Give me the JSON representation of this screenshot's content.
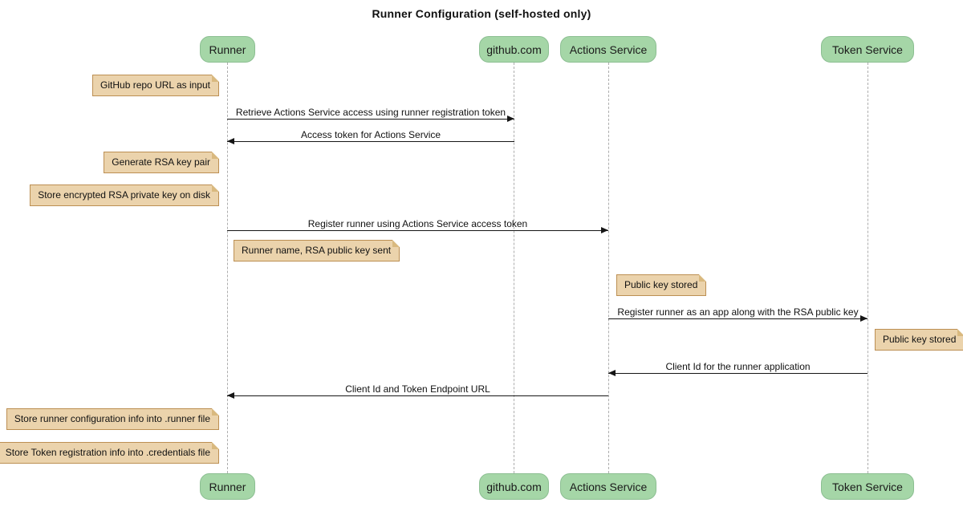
{
  "diagram": {
    "title": "Runner Configuration (self-hosted only)",
    "participants": [
      {
        "name": "Runner"
      },
      {
        "name": "github.com"
      },
      {
        "name": "Actions Service"
      },
      {
        "name": "Token Service"
      }
    ],
    "messages": [
      {
        "from": "Runner",
        "to": "github.com",
        "direction": "right",
        "label": "Retrieve Actions Service access using runner registration token"
      },
      {
        "from": "github.com",
        "to": "Runner",
        "direction": "left",
        "label": "Access token for Actions Service"
      },
      {
        "from": "Runner",
        "to": "Actions Service",
        "direction": "right",
        "label": "Register runner using Actions Service access token"
      },
      {
        "from": "Actions Service",
        "to": "Token Service",
        "direction": "right",
        "label": "Register runner as an app along with the RSA public key"
      },
      {
        "from": "Token Service",
        "to": "Actions Service",
        "direction": "left",
        "label": "Client Id for the runner application"
      },
      {
        "from": "Actions Service",
        "to": "Runner",
        "direction": "left",
        "label": "Client Id and Token Endpoint URL"
      }
    ],
    "notes": [
      {
        "anchor": "Runner",
        "side": "left",
        "text": "GitHub repo URL as input"
      },
      {
        "anchor": "Runner",
        "side": "left",
        "text": "Generate RSA key pair"
      },
      {
        "anchor": "Runner",
        "side": "left",
        "text": "Store encrypted RSA private key on disk"
      },
      {
        "anchor": "Runner",
        "side": "right",
        "text": "Runner name, RSA public key sent"
      },
      {
        "anchor": "Actions Service",
        "side": "right",
        "text": "Public key stored"
      },
      {
        "anchor": "Token Service",
        "side": "right",
        "text": "Public key stored"
      },
      {
        "anchor": "Runner",
        "side": "left",
        "text": "Store runner configuration info into .runner file"
      },
      {
        "anchor": "Runner",
        "side": "left",
        "text": "Store Token registration info into .credentials file"
      }
    ],
    "colors": {
      "participant_fill": "#A5D6A7",
      "participant_border": "#8CBF92",
      "note_fill": "#EBD3AC",
      "note_border": "#BC8F53",
      "note_fold": "#D9B97F",
      "lifeline": "#ADADAD",
      "arrow": "#161616"
    }
  }
}
